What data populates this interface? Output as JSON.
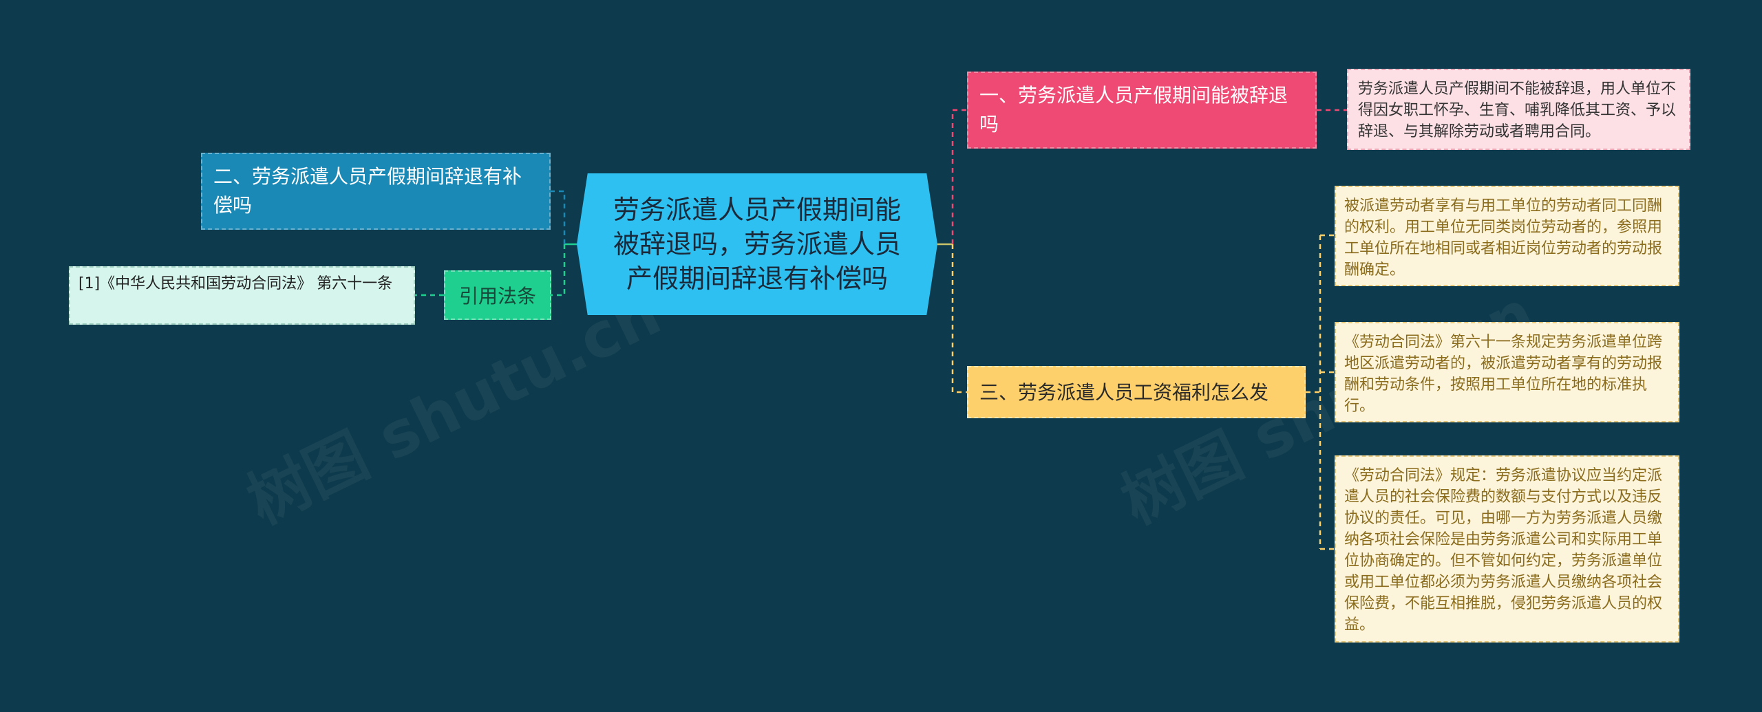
{
  "center": {
    "text": "劳务派遣人员产假期间能被辞退吗，劳务派遣人员产假期间辞退有补偿吗"
  },
  "branches": {
    "b1": {
      "text": "一、劳务派遣人员产假期间能被辞退吗"
    },
    "b2": {
      "text": "二、劳务派遣人员产假期间辞退有补偿吗"
    },
    "b3": {
      "text": "三、劳务派遣人员工资福利怎么发"
    },
    "law": {
      "text": "引用法条"
    }
  },
  "leaves": {
    "b1_detail": "劳务派遣人员产假期间不能被辞退，用人单位不得因女职工怀孕、生育、哺乳降低其工资、予以辞退、与其解除劳动或者聘用合同。",
    "b3_detail_1": "被派遣劳动者享有与用工单位的劳动者同工同酬的权利。用工单位无同类岗位劳动者的，参照用工单位所在地相同或者相近岗位劳动者的劳动报酬确定。",
    "b3_detail_2": "《劳动合同法》第六十一条规定劳务派遣单位跨地区派遣劳动者的，被派遣劳动者享有的劳动报酬和劳动条件，按照用工单位所在地的标准执行。",
    "b3_detail_3": "《劳动合同法》规定：劳务派遣协议应当约定派遣人员的社会保险费的数额与支付方式以及违反协议的责任。可见，由哪一方为劳务派遣人员缴纳各项社会保险是由劳务派遣公司和实际用工单位协商确定的。但不管如何约定，劳务派遣单位或用工单位都必须为劳务派遣人员缴纳各项社会保险费，不能互相推脱，侵犯劳务派遣人员的权益。",
    "law_ref": "[1]《中华人民共和国劳动合同法》 第六十一条"
  },
  "watermark": "树图 shutu.cn",
  "colors": {
    "background": "#0d3a4c",
    "center": "#2ec0f1",
    "branch_pink": "#ee4a73",
    "branch_blue": "#1a89b6",
    "branch_yellow": "#fdd06b",
    "law_green": "#1fcf8f"
  }
}
